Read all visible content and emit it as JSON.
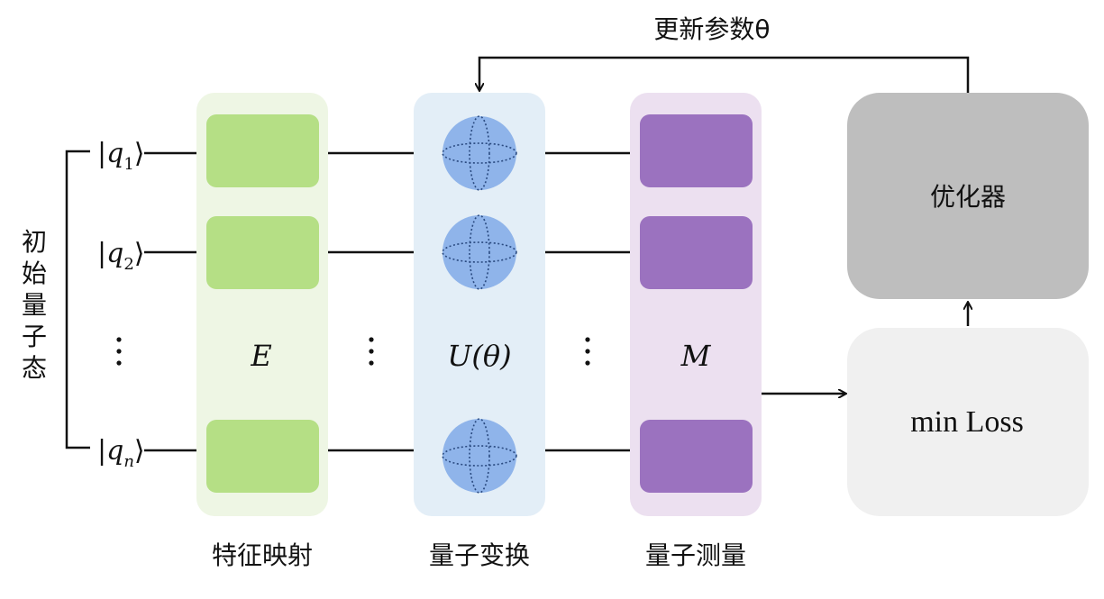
{
  "feedback_label": "更新参数θ",
  "input_label": "初始量子态",
  "qubits": [
    {
      "q": "q",
      "sub": "1"
    },
    {
      "q": "q",
      "sub": "2"
    },
    {
      "q": "q",
      "sub": "n"
    }
  ],
  "stages": [
    {
      "symbol": "E",
      "caption": "特征映射"
    },
    {
      "symbol": "U(θ)",
      "caption": "量子变换"
    },
    {
      "symbol": "M",
      "caption": "量子测量"
    }
  ],
  "optimizer_label": "优化器",
  "loss_label": "min Loss",
  "colors": {
    "stage1_bg": "#eef6e4",
    "stage1_box": "#b5df85",
    "stage2_bg": "#e3eef7",
    "sphere": "#8fb4ea",
    "stage3_bg": "#ece0f0",
    "stage3_box": "#9b72bf",
    "optimizer_bg": "#bebebe",
    "loss_bg": "#f0f0f0"
  }
}
